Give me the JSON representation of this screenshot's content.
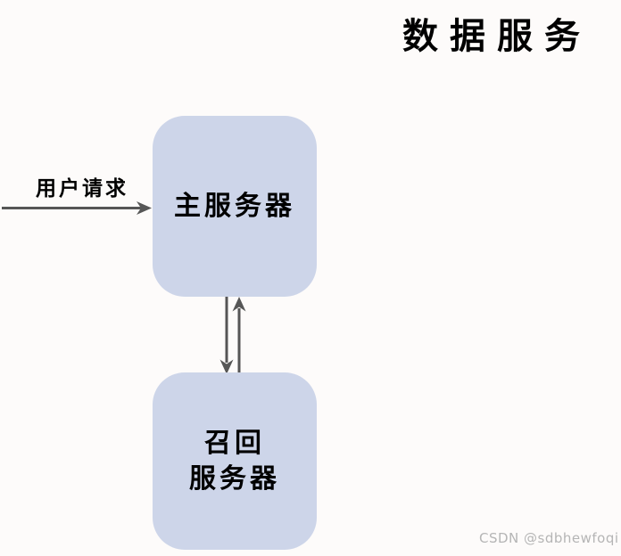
{
  "diagram": {
    "title": "数据服务",
    "nodes": [
      {
        "id": "main-server",
        "label": "主服务器"
      },
      {
        "id": "recall-server",
        "label_line1": "召回",
        "label_line2": "服务器"
      }
    ],
    "edges": [
      {
        "id": "user-request",
        "label": "用户请求",
        "type": "arrow-right",
        "from": "external",
        "to": "main-server"
      },
      {
        "id": "main-to-recall",
        "label": "",
        "type": "arrow-down",
        "from": "main-server",
        "to": "recall-server"
      },
      {
        "id": "recall-to-main",
        "label": "",
        "type": "arrow-up",
        "from": "recall-server",
        "to": "main-server"
      }
    ]
  },
  "watermark": "CSDN @sdbhewfoqi",
  "colors": {
    "background": "#fdfbfa",
    "node_fill": "#cdd5e9",
    "arrow": "#565656",
    "text": "#000000",
    "watermark": "#b5b5b5"
  }
}
